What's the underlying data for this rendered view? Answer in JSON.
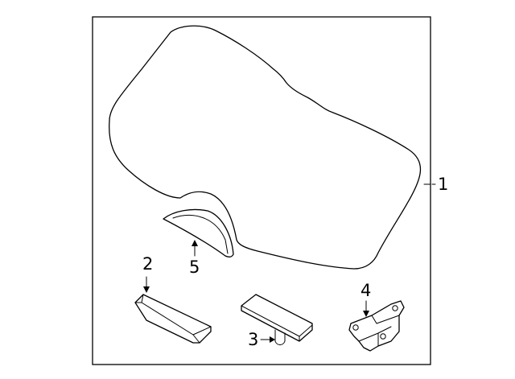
{
  "diagram": {
    "callouts": {
      "part1": "1",
      "part2": "2",
      "part3": "3",
      "part4": "4",
      "part5": "5"
    }
  }
}
